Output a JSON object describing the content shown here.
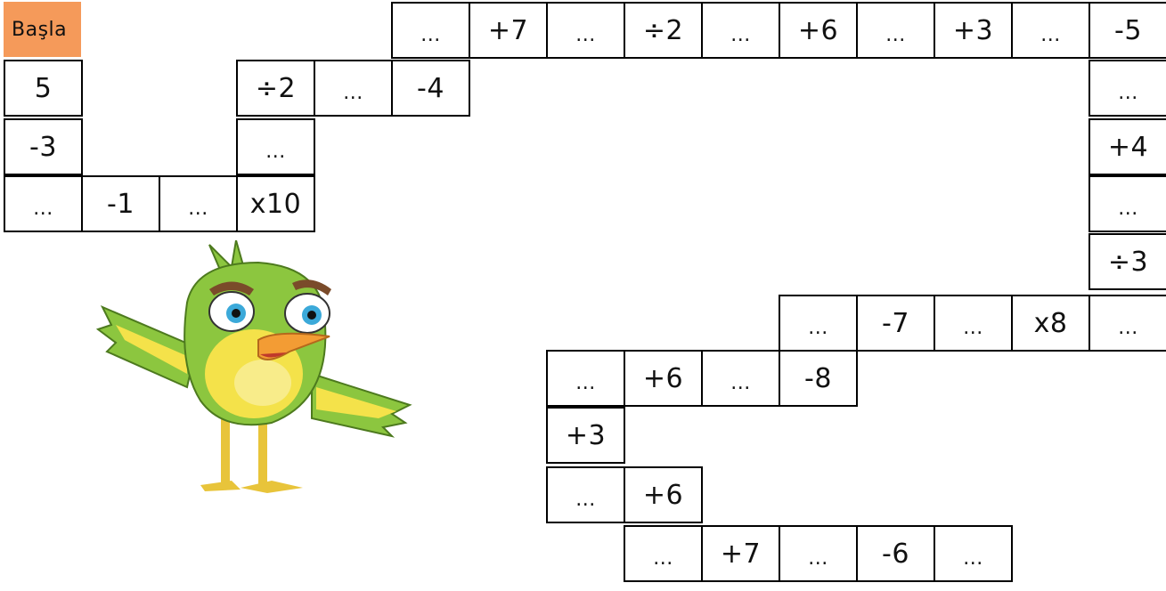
{
  "start_label": "Başla",
  "start_color": "#f59a5a",
  "blank_mark": "...",
  "cells": [
    {
      "text": "Başla",
      "kind": "start"
    },
    {
      "text": "5"
    },
    {
      "text": "-3"
    },
    {
      "text": "..."
    },
    {
      "text": "-1"
    },
    {
      "text": "..."
    },
    {
      "text": "x10"
    },
    {
      "text": "..."
    },
    {
      "text": "÷2"
    },
    {
      "text": "..."
    },
    {
      "text": "-4"
    },
    {
      "text": "..."
    },
    {
      "text": "+7"
    },
    {
      "text": "..."
    },
    {
      "text": "÷2"
    },
    {
      "text": "..."
    },
    {
      "text": "+6"
    },
    {
      "text": "..."
    },
    {
      "text": "+3"
    },
    {
      "text": "..."
    },
    {
      "text": "-5"
    },
    {
      "text": "..."
    },
    {
      "text": "+4"
    },
    {
      "text": "..."
    },
    {
      "text": "÷3"
    },
    {
      "text": "..."
    },
    {
      "text": "x8"
    },
    {
      "text": "..."
    },
    {
      "text": "-7"
    },
    {
      "text": "..."
    },
    {
      "text": "-8"
    },
    {
      "text": "..."
    },
    {
      "text": "+6"
    },
    {
      "text": "..."
    },
    {
      "text": "+3"
    },
    {
      "text": "..."
    },
    {
      "text": "+6"
    },
    {
      "text": "..."
    },
    {
      "text": "+7"
    },
    {
      "text": "..."
    },
    {
      "text": "-6"
    },
    {
      "text": "..."
    }
  ],
  "mascot": {
    "icon": "bird-icon",
    "body_color": "#8cc63f",
    "belly_color": "#f4e24a",
    "beak_color": "#f39c34"
  }
}
